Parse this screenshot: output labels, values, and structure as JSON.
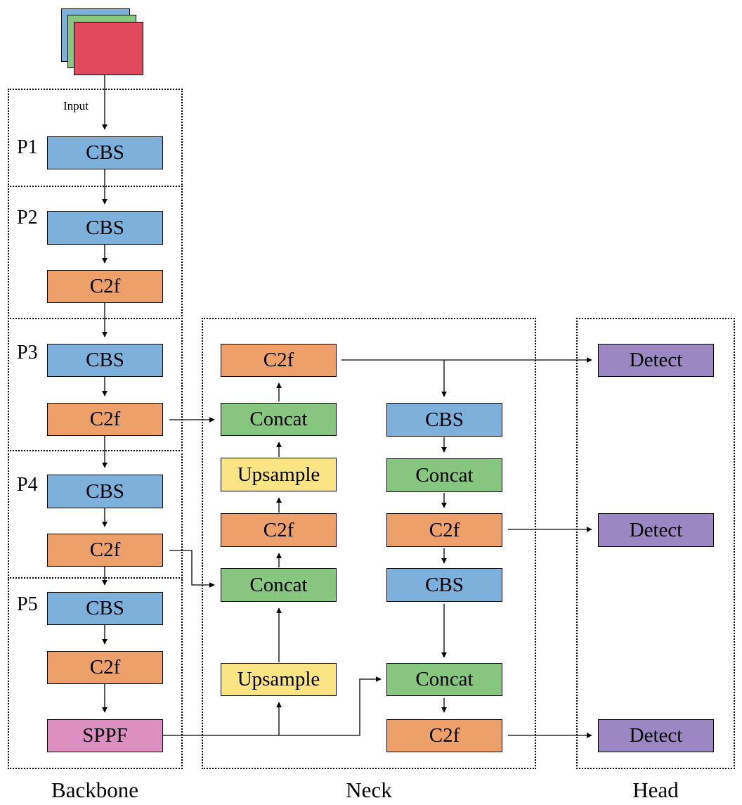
{
  "input_label": "Input",
  "stages": {
    "p1": "P1",
    "p2": "P2",
    "p3": "P3",
    "p4": "P4",
    "p5": "P5"
  },
  "backbone": {
    "p1_cbs": "CBS",
    "p2_cbs": "CBS",
    "p2_c2f": "C2f",
    "p3_cbs": "CBS",
    "p3_c2f": "C2f",
    "p4_cbs": "CBS",
    "p4_c2f": "C2f",
    "p5_cbs": "CBS",
    "p5_c2f": "C2f",
    "p5_sppf": "SPPF"
  },
  "neck": {
    "left_c2f_top": "C2f",
    "left_concat_1": "Concat",
    "left_upsample_1": "Upsample",
    "left_c2f_mid": "C2f",
    "left_concat_2": "Concat",
    "left_upsample_2": "Upsample",
    "right_cbs_1": "CBS",
    "right_concat_1": "Concat",
    "right_c2f_1": "C2f",
    "right_cbs_2": "CBS",
    "right_concat_2": "Concat",
    "right_c2f_2": "C2f"
  },
  "head": {
    "detect_1": "Detect",
    "detect_2": "Detect",
    "detect_3": "Detect"
  },
  "sections": {
    "backbone": "Backbone",
    "neck": "Neck",
    "head": "Head"
  },
  "colors": {
    "cbs": "#7eb0dc",
    "c2f": "#eea06a",
    "concat": "#87c67f",
    "upsample": "#fbe484",
    "detect": "#9b88c3",
    "sppf": "#dd8fc1",
    "input_blue": "#7eb0dc",
    "input_green": "#87c67f",
    "input_red": "#e04a5c"
  }
}
